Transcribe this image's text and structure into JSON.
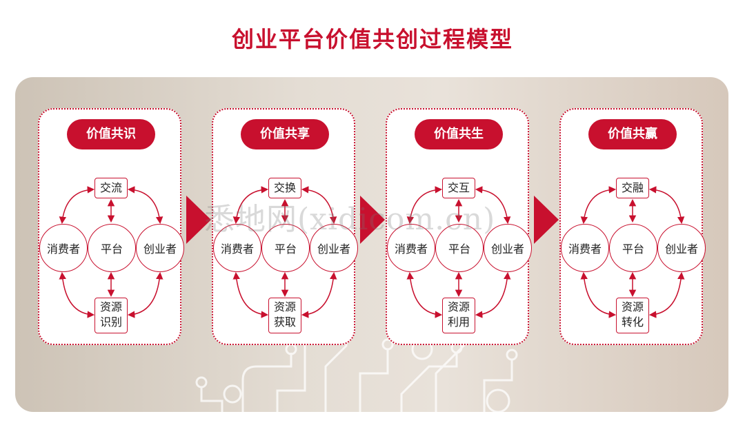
{
  "title": "创业平台价值共创过程模型",
  "accent_color": "#c8102e",
  "watermark": "悉地网(xidicom.cn)",
  "stages": [
    {
      "title": "价值共识",
      "top": "交流",
      "left": "消费者",
      "center": "平台",
      "right": "创业者",
      "bottom_line1": "资源",
      "bottom_line2": "识别"
    },
    {
      "title": "价值共享",
      "top": "交换",
      "left": "消费者",
      "center": "平台",
      "right": "创业者",
      "bottom_line1": "资源",
      "bottom_line2": "获取"
    },
    {
      "title": "价值共生",
      "top": "交互",
      "left": "消费者",
      "center": "平台",
      "right": "创业者",
      "bottom_line1": "资源",
      "bottom_line2": "利用"
    },
    {
      "title": "价值共赢",
      "top": "交融",
      "left": "消费者",
      "center": "平台",
      "right": "创业者",
      "bottom_line1": "资源",
      "bottom_line2": "转化"
    }
  ]
}
